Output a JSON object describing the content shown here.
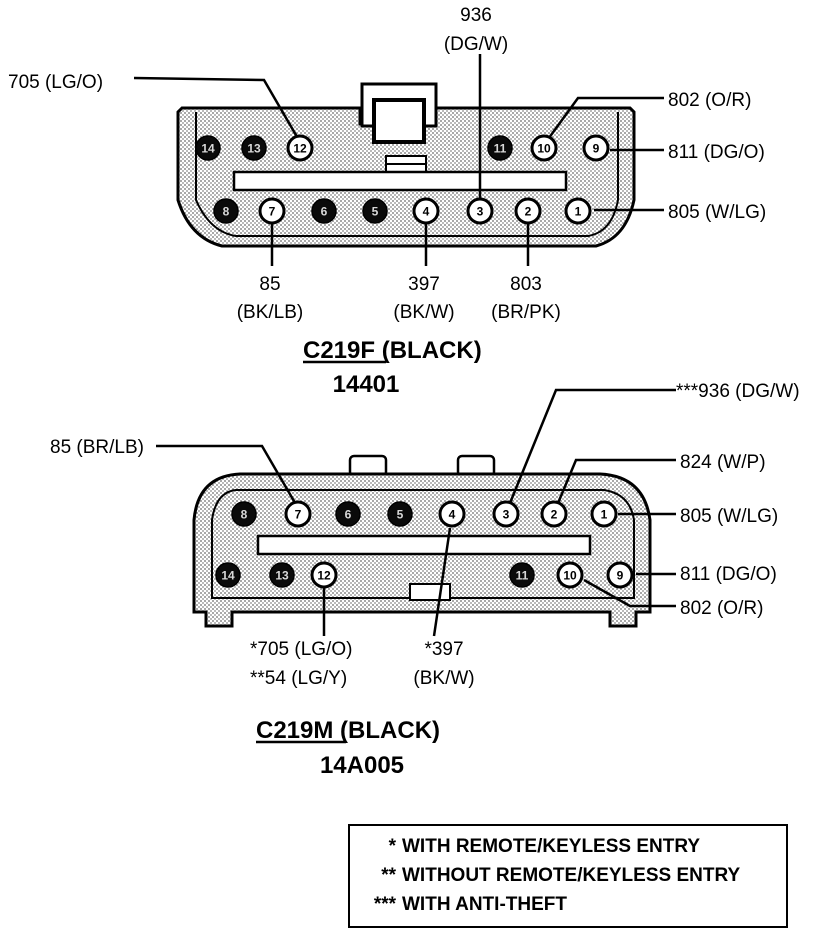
{
  "colors": {
    "line": "#000000",
    "pin_dark": "#0a0a0a",
    "pin_light": "#ffffff",
    "body_fill": "#e2e2e2"
  },
  "connector_f": {
    "title_id": "C219F",
    "title_suffix": " (BLACK)",
    "part_number": "14401",
    "pins": [
      {
        "id": "pf1",
        "num": "1",
        "state": "open",
        "circuit_label": "805 (W/LG)"
      },
      {
        "id": "pf2",
        "num": "2",
        "state": "open",
        "circuit_label": "803",
        "circuit_color": "(BR/PK)"
      },
      {
        "id": "pf3",
        "num": "3",
        "state": "open",
        "circuit_label": "936",
        "circuit_color": "(DG/W)"
      },
      {
        "id": "pf4",
        "num": "4",
        "state": "open",
        "circuit_label": "397",
        "circuit_color": "(BK/W)"
      },
      {
        "id": "pf5",
        "num": "5",
        "state": "filled"
      },
      {
        "id": "pf6",
        "num": "6",
        "state": "filled"
      },
      {
        "id": "pf7",
        "num": "7",
        "state": "open",
        "circuit_label": "85",
        "circuit_color": "(BK/LB)"
      },
      {
        "id": "pf8",
        "num": "8",
        "state": "filled"
      },
      {
        "id": "pf9",
        "num": "9",
        "state": "open",
        "circuit_label": "811 (DG/O)"
      },
      {
        "id": "pf10",
        "num": "10",
        "state": "open",
        "circuit_label": "802 (O/R)"
      },
      {
        "id": "pf11",
        "num": "11",
        "state": "filled"
      },
      {
        "id": "pf12",
        "num": "12",
        "state": "open",
        "circuit_label": "705 (LG/O)"
      },
      {
        "id": "pf13",
        "num": "13",
        "state": "filled"
      },
      {
        "id": "pf14",
        "num": "14",
        "state": "filled"
      }
    ]
  },
  "connector_m": {
    "title_id": "C219M",
    "title_suffix": " (BLACK)",
    "part_number": "14A005",
    "pins": [
      {
        "id": "pm1",
        "num": "1",
        "state": "open",
        "circuit_label": "805 (W/LG)"
      },
      {
        "id": "pm2",
        "num": "2",
        "state": "open",
        "circuit_label": "824 (W/P)"
      },
      {
        "id": "pm3",
        "num": "3",
        "state": "open",
        "circuit_label": "***936 (DG/W)"
      },
      {
        "id": "pm4",
        "num": "4",
        "state": "open",
        "circuit_label": "*397",
        "circuit_color": "(BK/W)"
      },
      {
        "id": "pm5",
        "num": "5",
        "state": "filled"
      },
      {
        "id": "pm6",
        "num": "6",
        "state": "filled"
      },
      {
        "id": "pm7",
        "num": "7",
        "state": "open",
        "circuit_label": "85 (BR/LB)"
      },
      {
        "id": "pm8",
        "num": "8",
        "state": "filled"
      },
      {
        "id": "pm9",
        "num": "9",
        "state": "open",
        "circuit_label": "811 (DG/O)"
      },
      {
        "id": "pm10",
        "num": "10",
        "state": "open",
        "circuit_label": "802 (O/R)"
      },
      {
        "id": "pm11",
        "num": "11",
        "state": "filled"
      },
      {
        "id": "pm12",
        "num": "12",
        "state": "open",
        "circuit_label": "*705 (LG/O)",
        "circuit_label_2": "**54 (LG/Y)"
      },
      {
        "id": "pm13",
        "num": "13",
        "state": "filled"
      },
      {
        "id": "pm14",
        "num": "14",
        "state": "filled"
      }
    ]
  },
  "legend": {
    "items": [
      {
        "mark": "*",
        "text": "WITH REMOTE/KEYLESS ENTRY"
      },
      {
        "mark": "**",
        "text": "WITHOUT REMOTE/KEYLESS ENTRY"
      },
      {
        "mark": "***",
        "text": "WITH ANTI-THEFT"
      }
    ]
  }
}
